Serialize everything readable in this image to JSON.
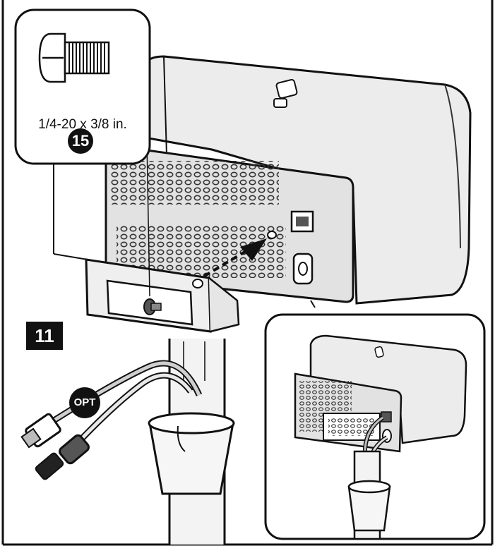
{
  "screw_callout": {
    "size_text": "1/4-20 x 3/8 in.",
    "quantity_badge": "15"
  },
  "part_label": "11",
  "optional_badge": "OPT"
}
